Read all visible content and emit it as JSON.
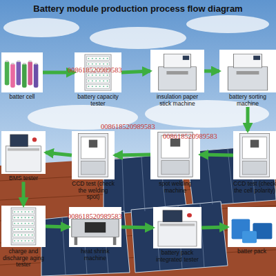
{
  "diagram": {
    "title": "Battery module production process flow diagram",
    "nodes": [
      {
        "text": [
          "batter cell"
        ]
      },
      {
        "text": [
          "battery capacity tester"
        ]
      },
      {
        "text": [
          "insulation paper stick machine"
        ]
      },
      {
        "text": [
          "battery sorting machine"
        ]
      },
      {
        "text": [
          "BMS tester"
        ]
      },
      {
        "text": [
          "CCD test (check the welding spot)"
        ]
      },
      {
        "text": [
          "spot welding machine"
        ]
      },
      {
        "text": [
          "CCD test (check the cell polarity)"
        ]
      },
      {
        "text": [
          "charge and discharge aging tester"
        ]
      },
      {
        "text": [
          "heat shrink machine"
        ]
      },
      {
        "text": [
          "battery pack integrated tester"
        ]
      },
      {
        "text": [
          "batter pack"
        ]
      }
    ],
    "edges": [
      {
        "from": 0,
        "to": 1,
        "arrow": "to"
      },
      {
        "from": 1,
        "to": 2,
        "arrow": "to"
      },
      {
        "from": 2,
        "to": 3,
        "arrow": "to"
      },
      {
        "from": 3,
        "to": 7,
        "arrow": "to"
      },
      {
        "from": 7,
        "to": 6,
        "arrow": "to"
      },
      {
        "from": 6,
        "to": 5,
        "arrow": "to"
      },
      {
        "from": 5,
        "to": 4,
        "arrow": "to"
      },
      {
        "from": 4,
        "to": 8,
        "arrow": "to"
      },
      {
        "from": 8,
        "to": 9,
        "arrow": "to"
      },
      {
        "from": 9,
        "to": 10,
        "arrow": "to"
      },
      {
        "from": 10,
        "to": 11,
        "arrow": "to"
      }
    ],
    "labels": [
      "008618520989583",
      "008618520989583",
      "008618520989583",
      "008618520989583"
    ]
  }
}
